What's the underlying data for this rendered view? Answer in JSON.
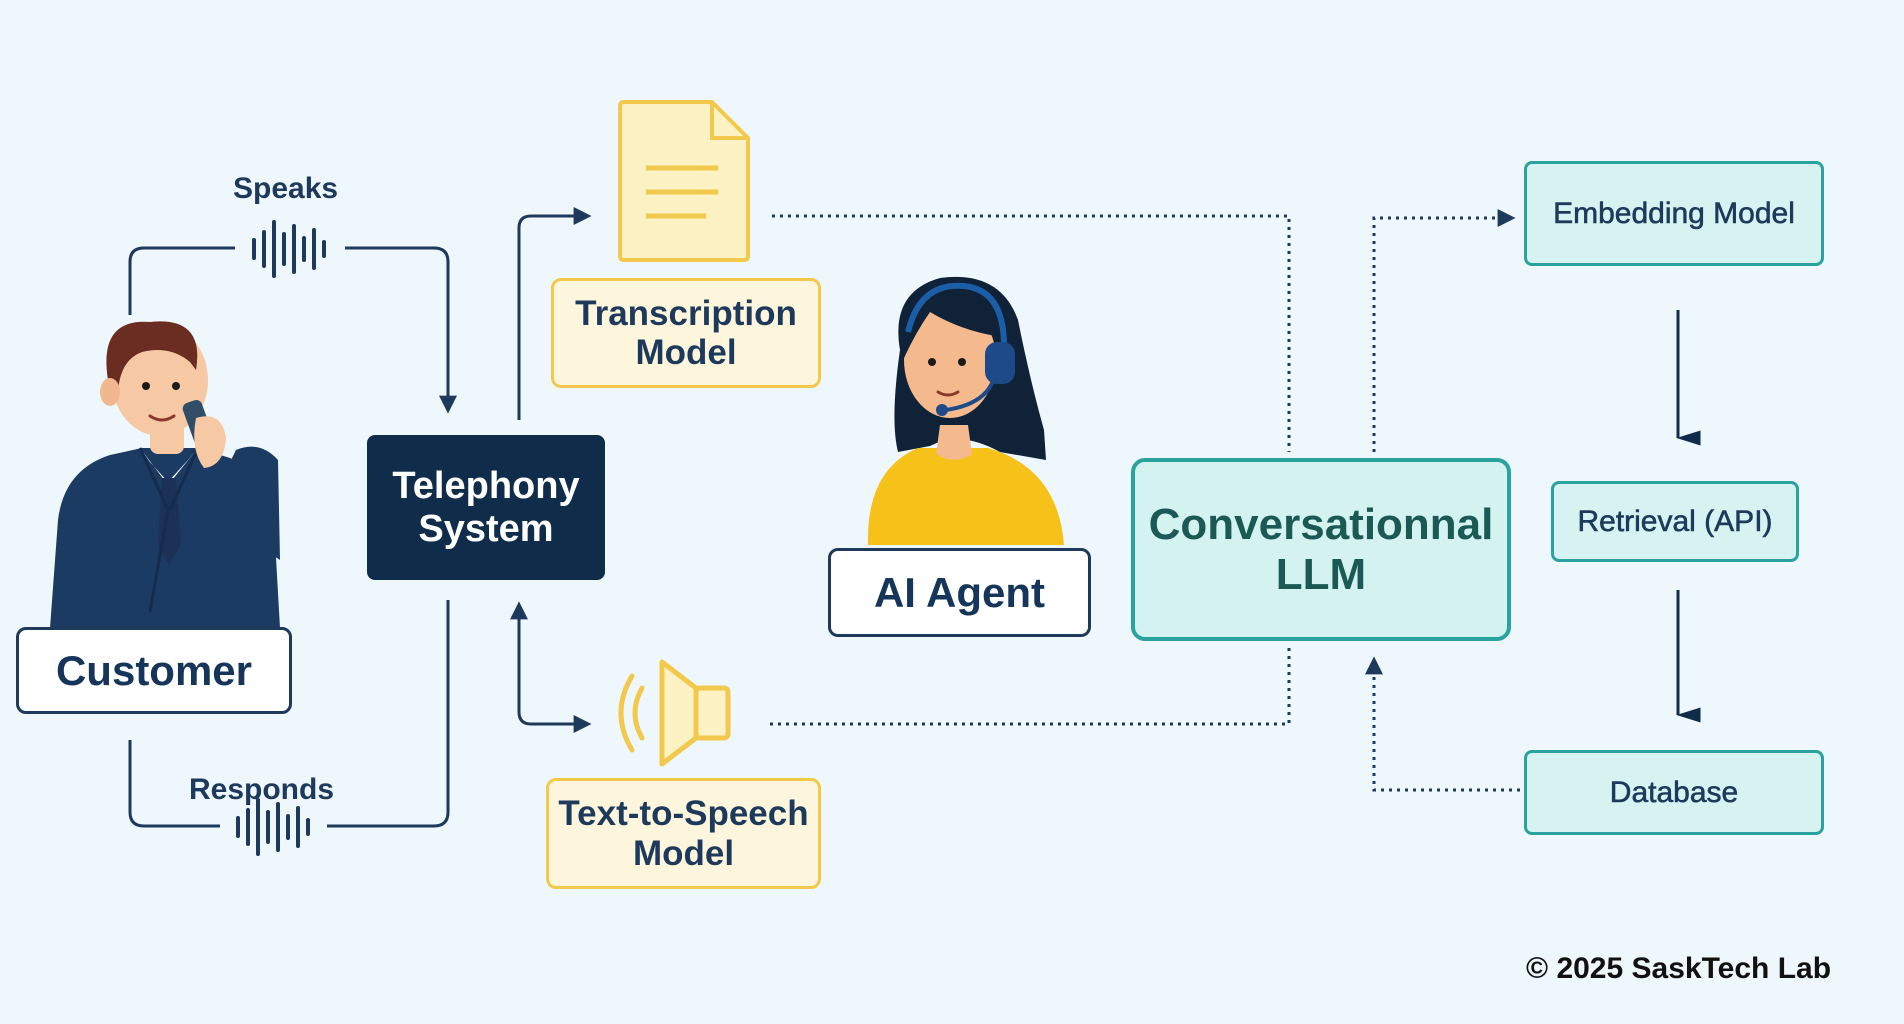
{
  "nodes": {
    "customer": "Customer",
    "telephony": "Telephony System",
    "transcription": "Transcription Model",
    "tts": "Text-to-Speech Model",
    "ai_agent": "AI Agent",
    "llm": "Conversationnal LLM",
    "embedding": "Embedding Model",
    "retrieval": "Retrieval (API)",
    "database": "Database"
  },
  "labels": {
    "speaks": "Speaks",
    "responds": "Responds"
  },
  "footer": "© 2025 SaskTech Lab",
  "icons": {
    "document": "document-icon",
    "speaker": "speaker-icon",
    "sound_wave": "sound-wave-icon",
    "customer_person": "businessman-on-phone-icon",
    "agent_person": "headset-agent-icon"
  },
  "colors": {
    "background": "#eef7fb",
    "navy": "#0f2d4a",
    "yellow_border": "#f2c94c",
    "yellow_fill": "#fdf6dc",
    "teal_border": "#2aa39e",
    "teal_fill": "#d3f2f0"
  }
}
